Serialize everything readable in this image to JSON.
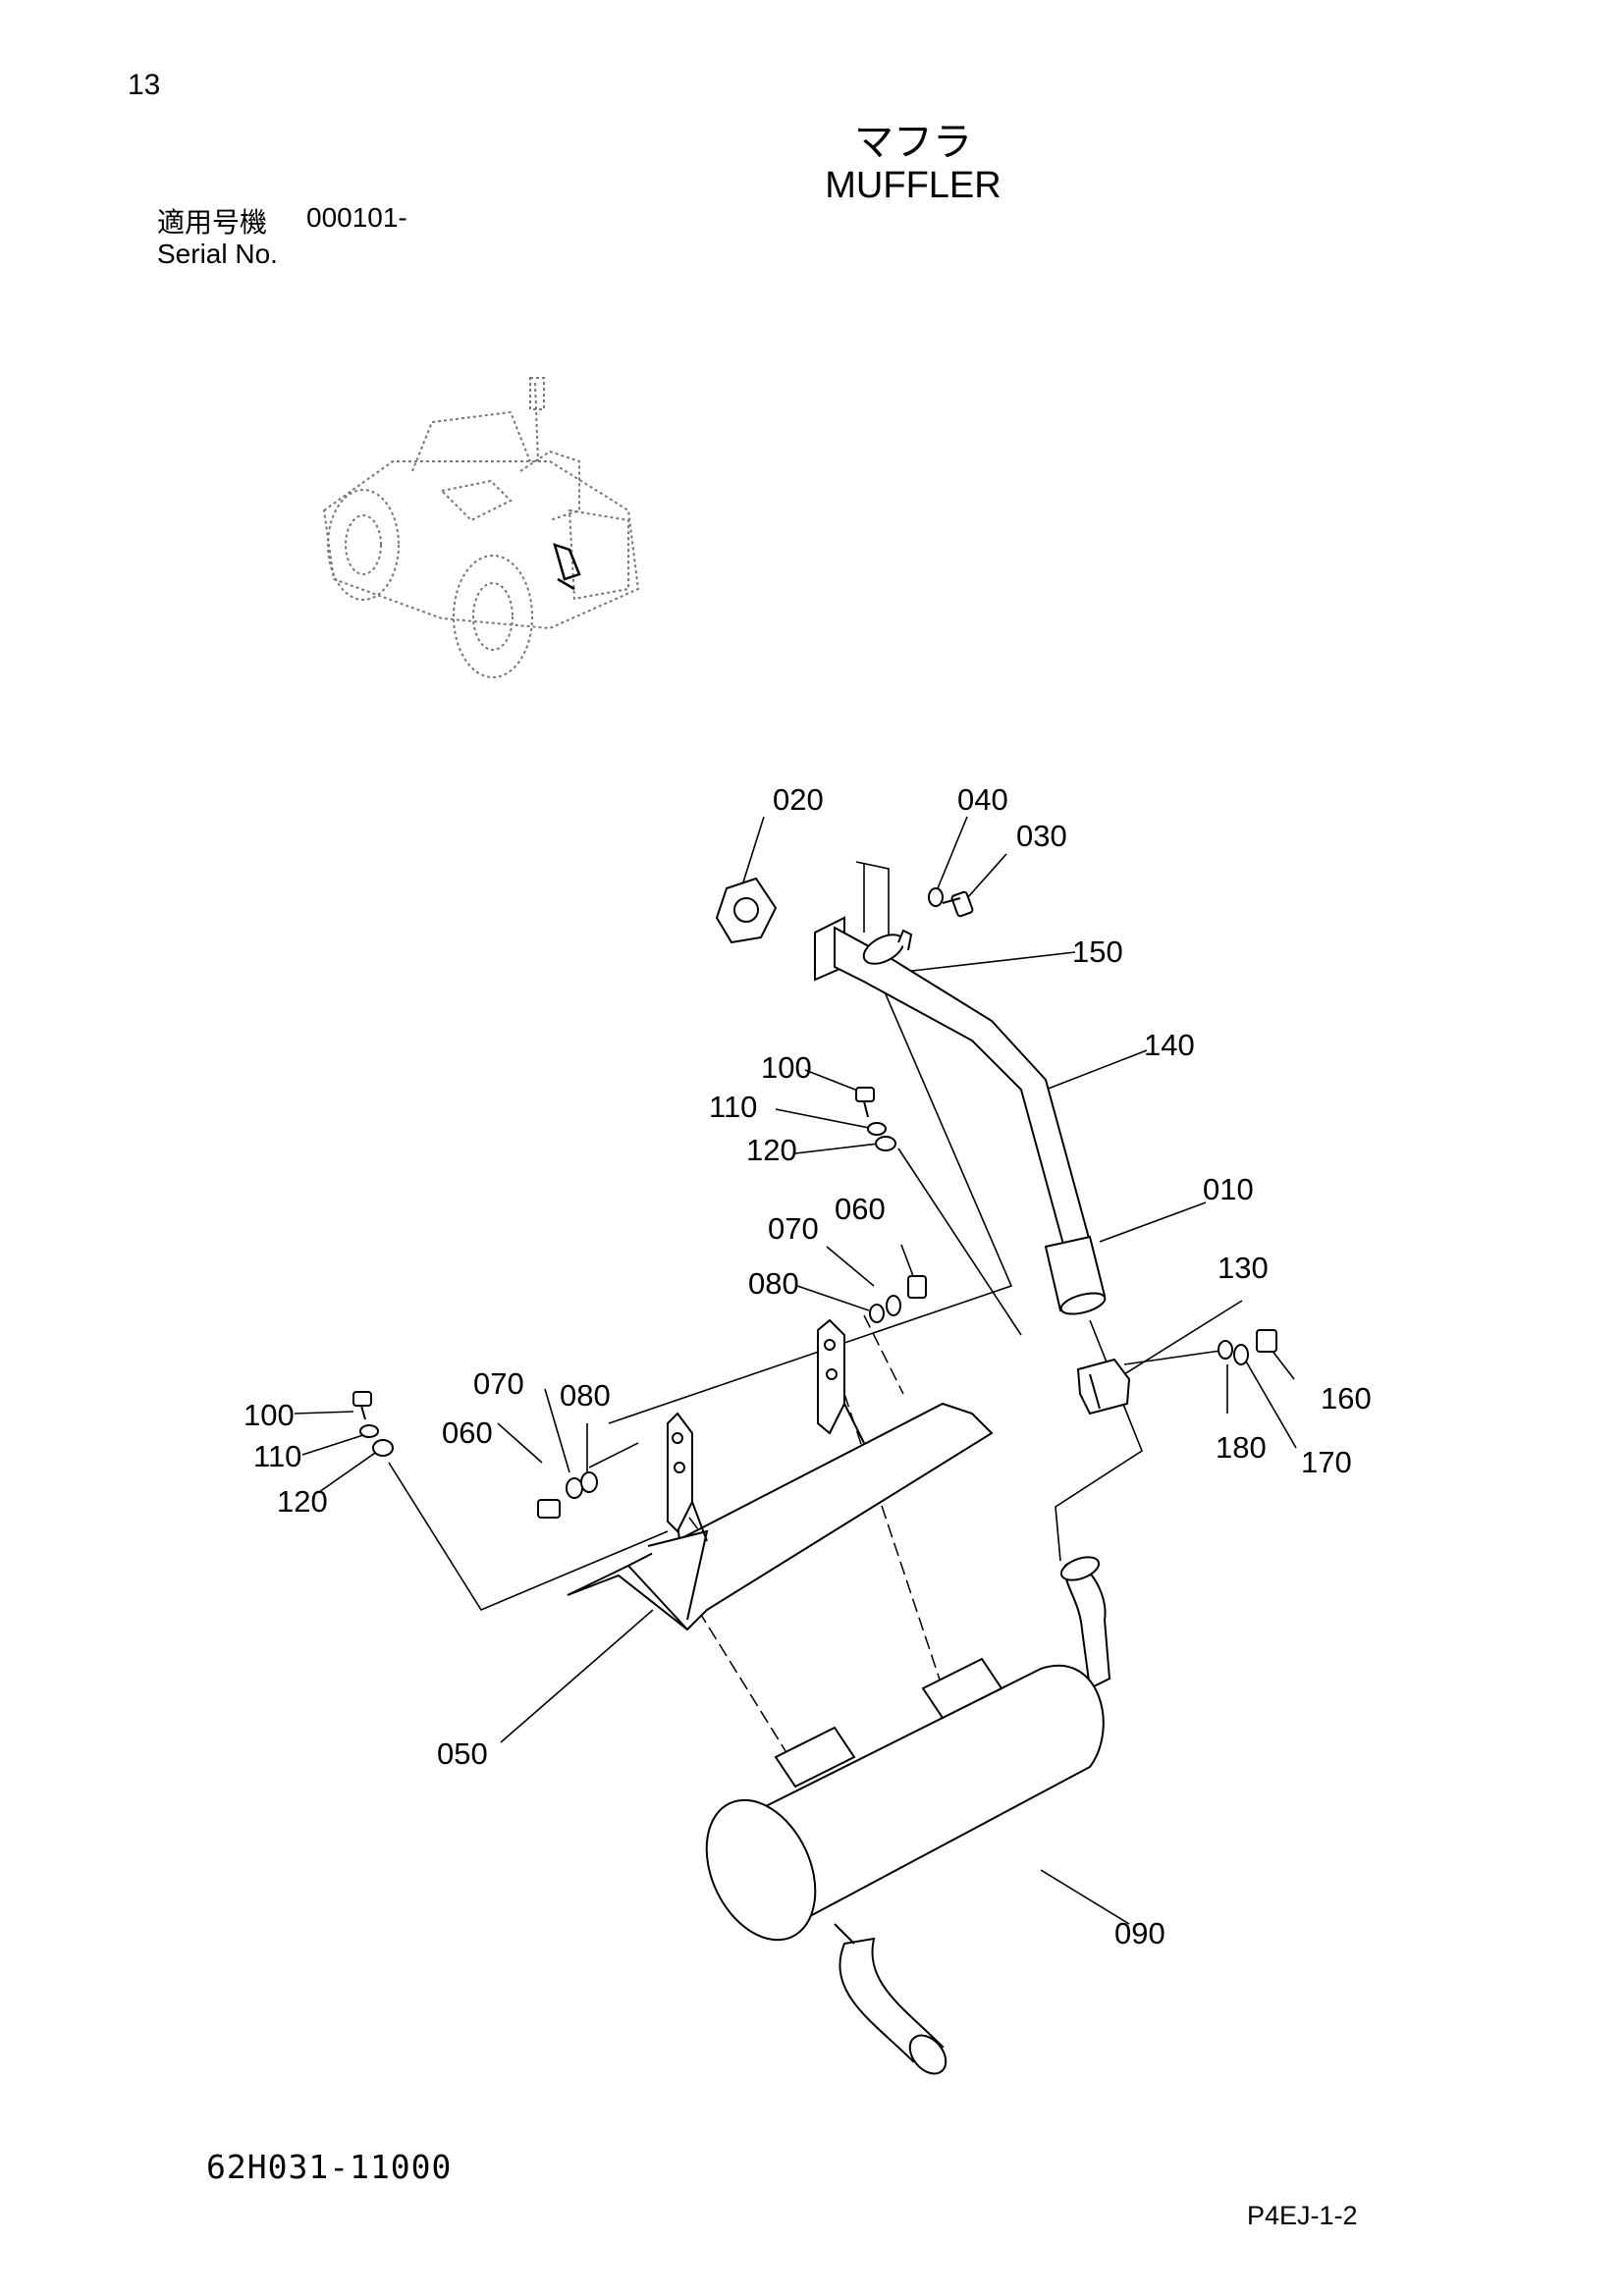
{
  "page": {
    "number": "13",
    "code": "P4EJ-1-2"
  },
  "title": {
    "ja": "マフラ",
    "en": "MUFFLER"
  },
  "serial": {
    "label_ja": "適用号機",
    "value": "000101-",
    "label_en": "Serial No."
  },
  "drawing_number": "62H031-11000",
  "callouts": [
    {
      "id": "c020",
      "label": "020"
    },
    {
      "id": "c040",
      "label": "040"
    },
    {
      "id": "c030",
      "label": "030"
    },
    {
      "id": "c150",
      "label": "150"
    },
    {
      "id": "c140",
      "label": "140"
    },
    {
      "id": "c100a",
      "label": "100"
    },
    {
      "id": "c110a",
      "label": "110"
    },
    {
      "id": "c120a",
      "label": "120"
    },
    {
      "id": "c010",
      "label": "010"
    },
    {
      "id": "c070a",
      "label": "070"
    },
    {
      "id": "c060a",
      "label": "060"
    },
    {
      "id": "c080a",
      "label": "080"
    },
    {
      "id": "c130",
      "label": "130"
    },
    {
      "id": "c160",
      "label": "160"
    },
    {
      "id": "c180",
      "label": "180"
    },
    {
      "id": "c170",
      "label": "170"
    },
    {
      "id": "c100b",
      "label": "100"
    },
    {
      "id": "c110b",
      "label": "110"
    },
    {
      "id": "c120b",
      "label": "120"
    },
    {
      "id": "c070b",
      "label": "070"
    },
    {
      "id": "c080b",
      "label": "080"
    },
    {
      "id": "c060b",
      "label": "060"
    },
    {
      "id": "c050",
      "label": "050"
    },
    {
      "id": "c090",
      "label": "090"
    }
  ]
}
